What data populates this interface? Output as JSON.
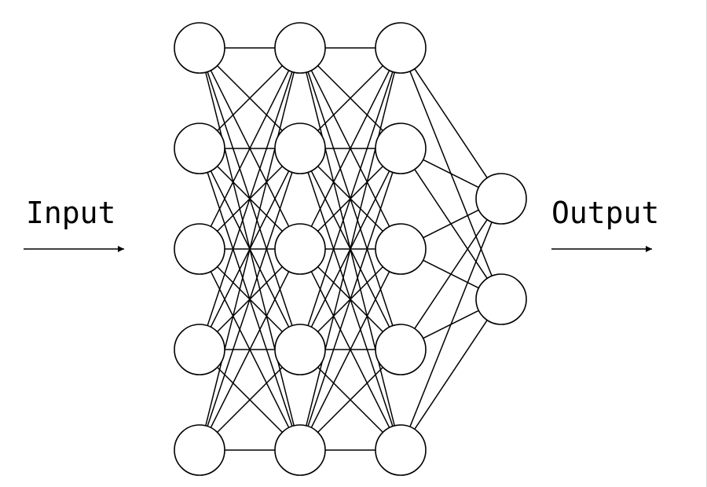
{
  "labels": {
    "input": "Input",
    "output": "Output"
  },
  "network": {
    "layers": [
      5,
      5,
      5,
      2
    ],
    "fully_connected": true
  },
  "colors": {
    "stroke": "#000000",
    "node_fill": "#ffffff",
    "background": "#ffffff"
  }
}
